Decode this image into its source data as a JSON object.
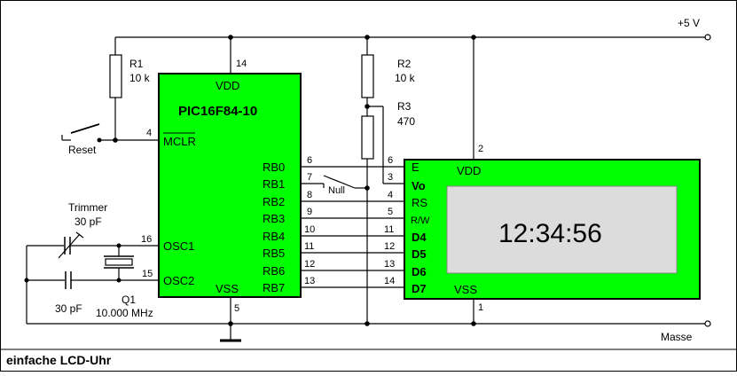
{
  "caption": "einfache LCD-Uhr",
  "supply": {
    "vplus": "+5 V",
    "ground": "Masse"
  },
  "mcu": {
    "name": "PIC16F84-10",
    "vdd": "VDD",
    "vss": "VSS",
    "pin_vdd": "14",
    "pin_vss": "5",
    "mclr_label": "MCLR",
    "mclr_pin": "4",
    "osc1_label": "OSC1",
    "osc1_pin": "16",
    "osc2_label": "OSC2",
    "osc2_pin": "15",
    "rb": [
      {
        "label": "RB0",
        "pin": "6"
      },
      {
        "label": "RB1",
        "pin": "7"
      },
      {
        "label": "RB2",
        "pin": "8"
      },
      {
        "label": "RB3",
        "pin": "9"
      },
      {
        "label": "RB4",
        "pin": "10"
      },
      {
        "label": "RB5",
        "pin": "11"
      },
      {
        "label": "RB6",
        "pin": "12"
      },
      {
        "label": "RB7",
        "pin": "13"
      }
    ]
  },
  "lcd": {
    "vdd": "VDD",
    "vss": "VSS",
    "pin_vdd": "2",
    "pin_vss": "1",
    "display": "12:34:56",
    "pins": [
      {
        "label": "E",
        "pin": "6"
      },
      {
        "label": "Vo",
        "pin": "3"
      },
      {
        "label": "RS",
        "pin": "4"
      },
      {
        "label": "R/W",
        "pin": "5"
      },
      {
        "label": "D4",
        "pin": "11"
      },
      {
        "label": "D5",
        "pin": "12"
      },
      {
        "label": "D6",
        "pin": "13"
      },
      {
        "label": "D7",
        "pin": "14"
      }
    ]
  },
  "components": {
    "r1_name": "R1",
    "r1_value": "10 k",
    "r2_name": "R2",
    "r2_value": "10 k",
    "r3_name": "R3",
    "r3_value": "470",
    "reset": "Reset",
    "null": "Null",
    "trimmer_name": "Trimmer",
    "trimmer_value": "30 pF",
    "cap_value": "30 pF",
    "q1_name": "Q1",
    "q1_value": "10.000 MHz"
  },
  "colors": {
    "chip_fill": "#00ff00",
    "lcd_screen": "#dcdcdc",
    "wire": "#000000"
  }
}
